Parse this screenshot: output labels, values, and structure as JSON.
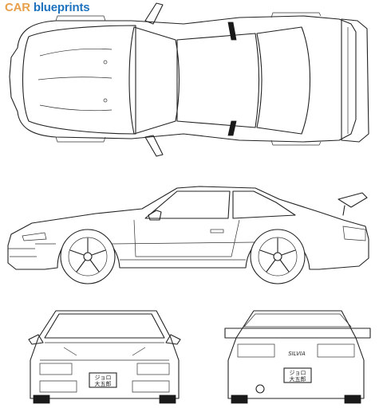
{
  "logo": {
    "brand": "CAR",
    "word": "blueprints"
  },
  "plates": {
    "front": [
      "ジョロ",
      "大五郎"
    ],
    "rear": [
      "ジョロ",
      "大五郎"
    ]
  },
  "rear_badge": "SILVIA"
}
